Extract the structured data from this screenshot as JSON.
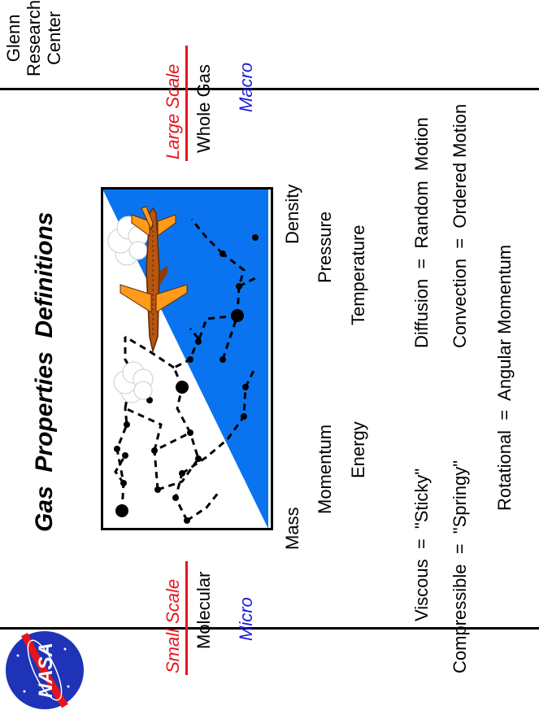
{
  "header": {
    "title_word1": "Gas",
    "title_word2": "Properties",
    "title_word3": "Definitions",
    "center_line1": "Glenn",
    "center_line2": "Research",
    "center_line3": "Center",
    "logo_text": "NASA"
  },
  "scale": {
    "small_label": "Small Scale",
    "small_sub": "Molecular",
    "small_tag": "Micro",
    "large_label": "Large Scale",
    "large_sub": "Whole Gas",
    "large_tag": "Macro"
  },
  "micro_props": [
    "Mass",
    "Momentum",
    "Energy"
  ],
  "macro_props": [
    "Density",
    "Pressure",
    "Temperature"
  ],
  "definitions": {
    "viscous": "Viscous  =  \"Sticky\"",
    "compressible": "Compressible  =  \"Springy\"",
    "diffusion": "Diffusion  =  Random  Motion",
    "convection": "Convection  =  Ordered Motion",
    "rotational": "Rotational  =  Angular Momentum"
  },
  "colors": {
    "red": "#e8141b",
    "blue": "#1a1adb",
    "sky": "#0a74f0",
    "plane": "#b8550f",
    "plane_accent": "#ff9a1a"
  }
}
